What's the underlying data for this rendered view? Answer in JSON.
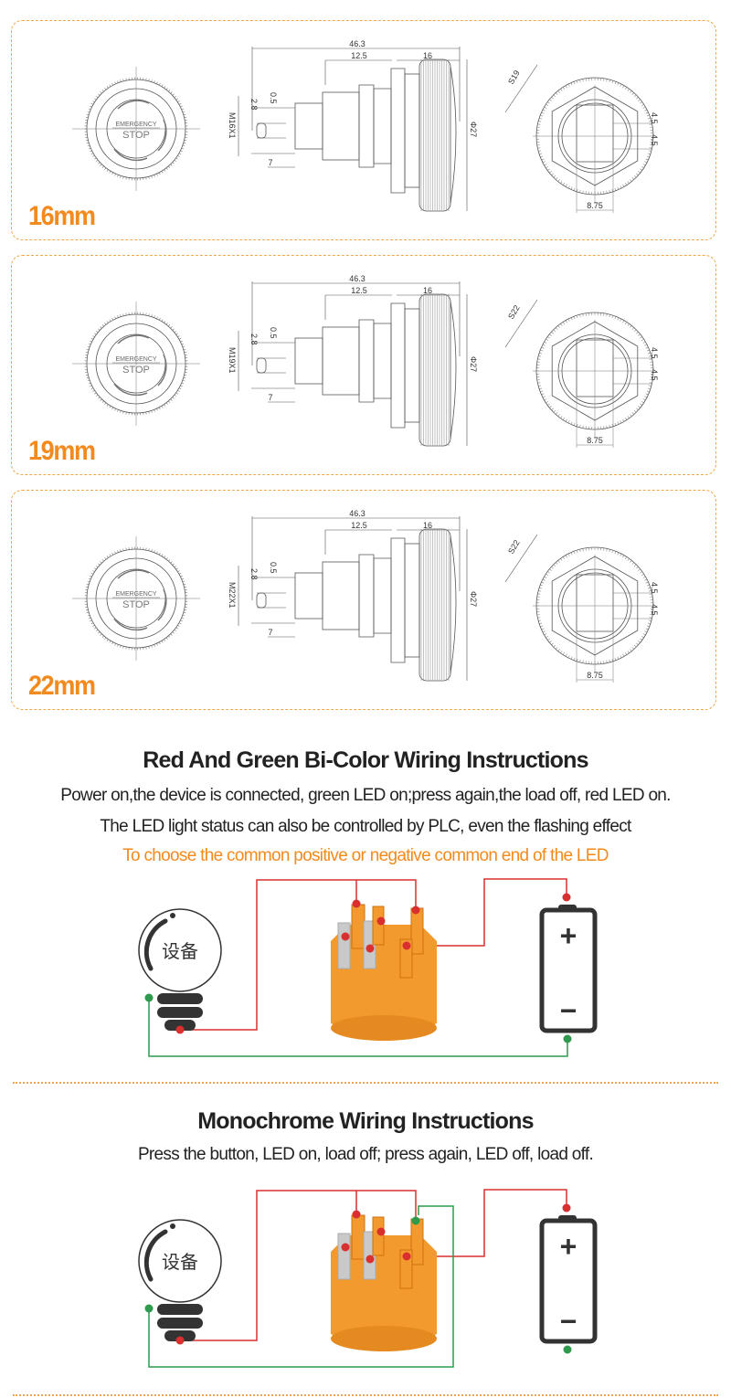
{
  "panels": [
    {
      "label": "16mm",
      "thread": "M16X1",
      "hex": "S19",
      "face_text": [
        "EMERGENCY",
        "STOP"
      ],
      "overall": "46.3",
      "body": "12.5",
      "head": "16",
      "dia": "Φ27",
      "pin_gap": "0.5",
      "pin_len": "2.8",
      "pin_depth": "7",
      "pitch_a": "4.5",
      "pitch_b": "4.5",
      "pin_span": "8.75"
    },
    {
      "label": "19mm",
      "thread": "M19X1",
      "hex": "S22",
      "face_text": [
        "EMERGENCY",
        "STOP"
      ],
      "overall": "46.3",
      "body": "12.5",
      "head": "16",
      "dia": "Φ27",
      "pin_gap": "0.5",
      "pin_len": "2.8",
      "pin_depth": "7",
      "pitch_a": "4.5",
      "pitch_b": "4.5",
      "pin_span": "8.75"
    },
    {
      "label": "22mm",
      "thread": "M22X1",
      "hex": "S22",
      "face_text": [
        "EMERGENCY",
        "STOP"
      ],
      "overall": "46.3",
      "body": "12.5",
      "head": "16",
      "dia": "Φ27",
      "pin_gap": "0.5",
      "pin_len": "2.8",
      "pin_depth": "7",
      "pitch_a": "4.5",
      "pitch_b": "4.5",
      "pin_span": "8.75"
    }
  ],
  "bicolor": {
    "title": "Red And Green Bi-Color Wiring Instructions",
    "line1": "Power on,the device is connected,  green LED on;press again,the load off, red LED on.",
    "line2": "The LED light status can also be controlled by PLC, even the flashing effect",
    "line3": "To choose the common positive or negative common end of the LED",
    "device_label": "设备",
    "plus": "+",
    "minus": "−"
  },
  "mono": {
    "title": "Monochrome Wiring Instructions",
    "line1": "Press the button, LED on, load off; press again, LED off, load off.",
    "device_label": "设备",
    "plus": "+",
    "minus": "−"
  },
  "colors": {
    "accent": "#f28a1e",
    "wire_red": "#d9302f",
    "wire_green": "#2e9a4e",
    "switch": "#f39a2e"
  }
}
